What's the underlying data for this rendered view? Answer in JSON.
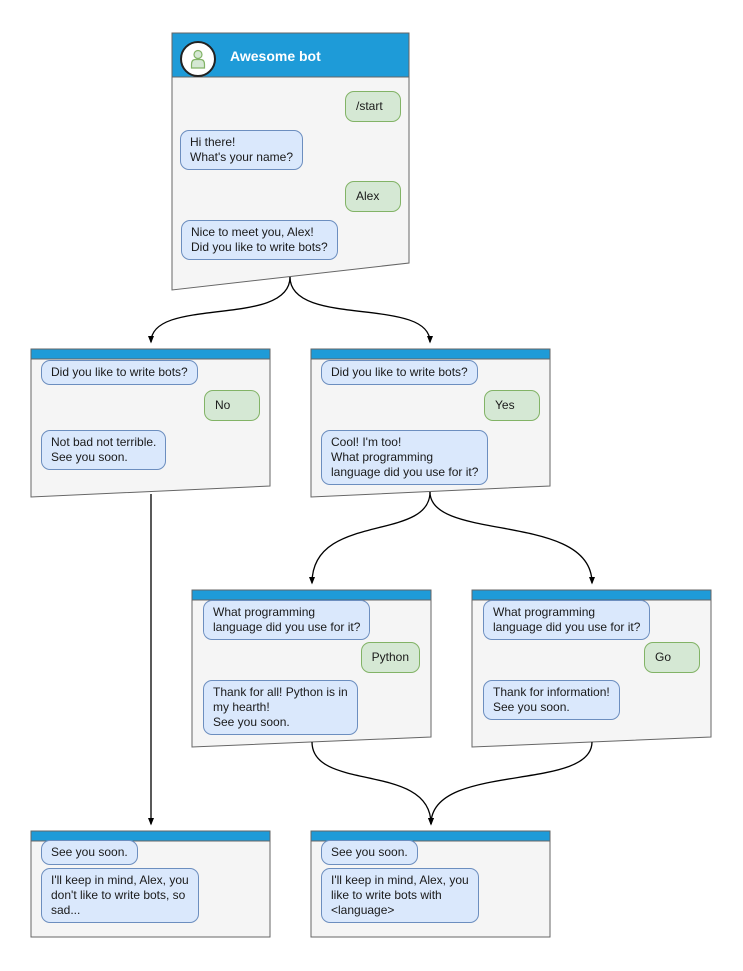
{
  "colors": {
    "header_bar": "#1e9bd8",
    "window_fill": "#f5f5f5",
    "window_border": "#666666",
    "bot_bubble_fill": "#dae8fc",
    "bot_bubble_border": "#6c8ebf",
    "user_bubble_fill": "#d5e8d4",
    "user_bubble_border": "#82b366",
    "arrow": "#000000"
  },
  "windows": [
    {
      "id": "start",
      "title": "Awesome bot",
      "avatar_icon": "person-icon",
      "messages": [
        {
          "from": "user",
          "text": "/start"
        },
        {
          "from": "bot",
          "text": "Hi there!\nWhat's your name?"
        },
        {
          "from": "user",
          "text": "Alex"
        },
        {
          "from": "bot",
          "text": "Nice to meet you, Alex!\nDid you like to write bots?"
        }
      ]
    },
    {
      "id": "branch-no",
      "messages": [
        {
          "from": "bot",
          "text": "Did you like to write bots?"
        },
        {
          "from": "user",
          "text": "No"
        },
        {
          "from": "bot",
          "text": "Not bad not terrible.\nSee you soon."
        }
      ]
    },
    {
      "id": "branch-yes",
      "messages": [
        {
          "from": "bot",
          "text": "Did you like to write bots?"
        },
        {
          "from": "user",
          "text": "Yes"
        },
        {
          "from": "bot",
          "text": "Cool! I'm too!\nWhat programming\nlanguage did you use for it?"
        }
      ]
    },
    {
      "id": "lang-python",
      "messages": [
        {
          "from": "bot",
          "text": "What programming\nlanguage did you use for it?"
        },
        {
          "from": "user",
          "text": "Python"
        },
        {
          "from": "bot",
          "text": "Thank for all! Python is in\nmy hearth!\nSee you soon."
        }
      ]
    },
    {
      "id": "lang-go",
      "messages": [
        {
          "from": "bot",
          "text": "What programming\nlanguage did you use for it?"
        },
        {
          "from": "user",
          "text": "Go"
        },
        {
          "from": "bot",
          "text": "Thank for information!\nSee you soon."
        }
      ]
    },
    {
      "id": "end-no",
      "messages": [
        {
          "from": "bot",
          "text": "See you soon."
        },
        {
          "from": "bot",
          "text": "I'll keep in mind, Alex, you\ndon't like to write bots, so\nsad..."
        }
      ]
    },
    {
      "id": "end-yes",
      "messages": [
        {
          "from": "bot",
          "text": "See you soon."
        },
        {
          "from": "bot",
          "text": "I'll keep in mind, Alex, you\nlike to write bots with\n<language>"
        }
      ]
    }
  ],
  "edges": [
    {
      "from": "start",
      "to": "branch-no"
    },
    {
      "from": "start",
      "to": "branch-yes"
    },
    {
      "from": "branch-yes",
      "to": "lang-python"
    },
    {
      "from": "branch-yes",
      "to": "lang-go"
    },
    {
      "from": "branch-no",
      "to": "end-no"
    },
    {
      "from": "lang-python",
      "to": "end-yes"
    },
    {
      "from": "lang-go",
      "to": "end-yes"
    }
  ]
}
